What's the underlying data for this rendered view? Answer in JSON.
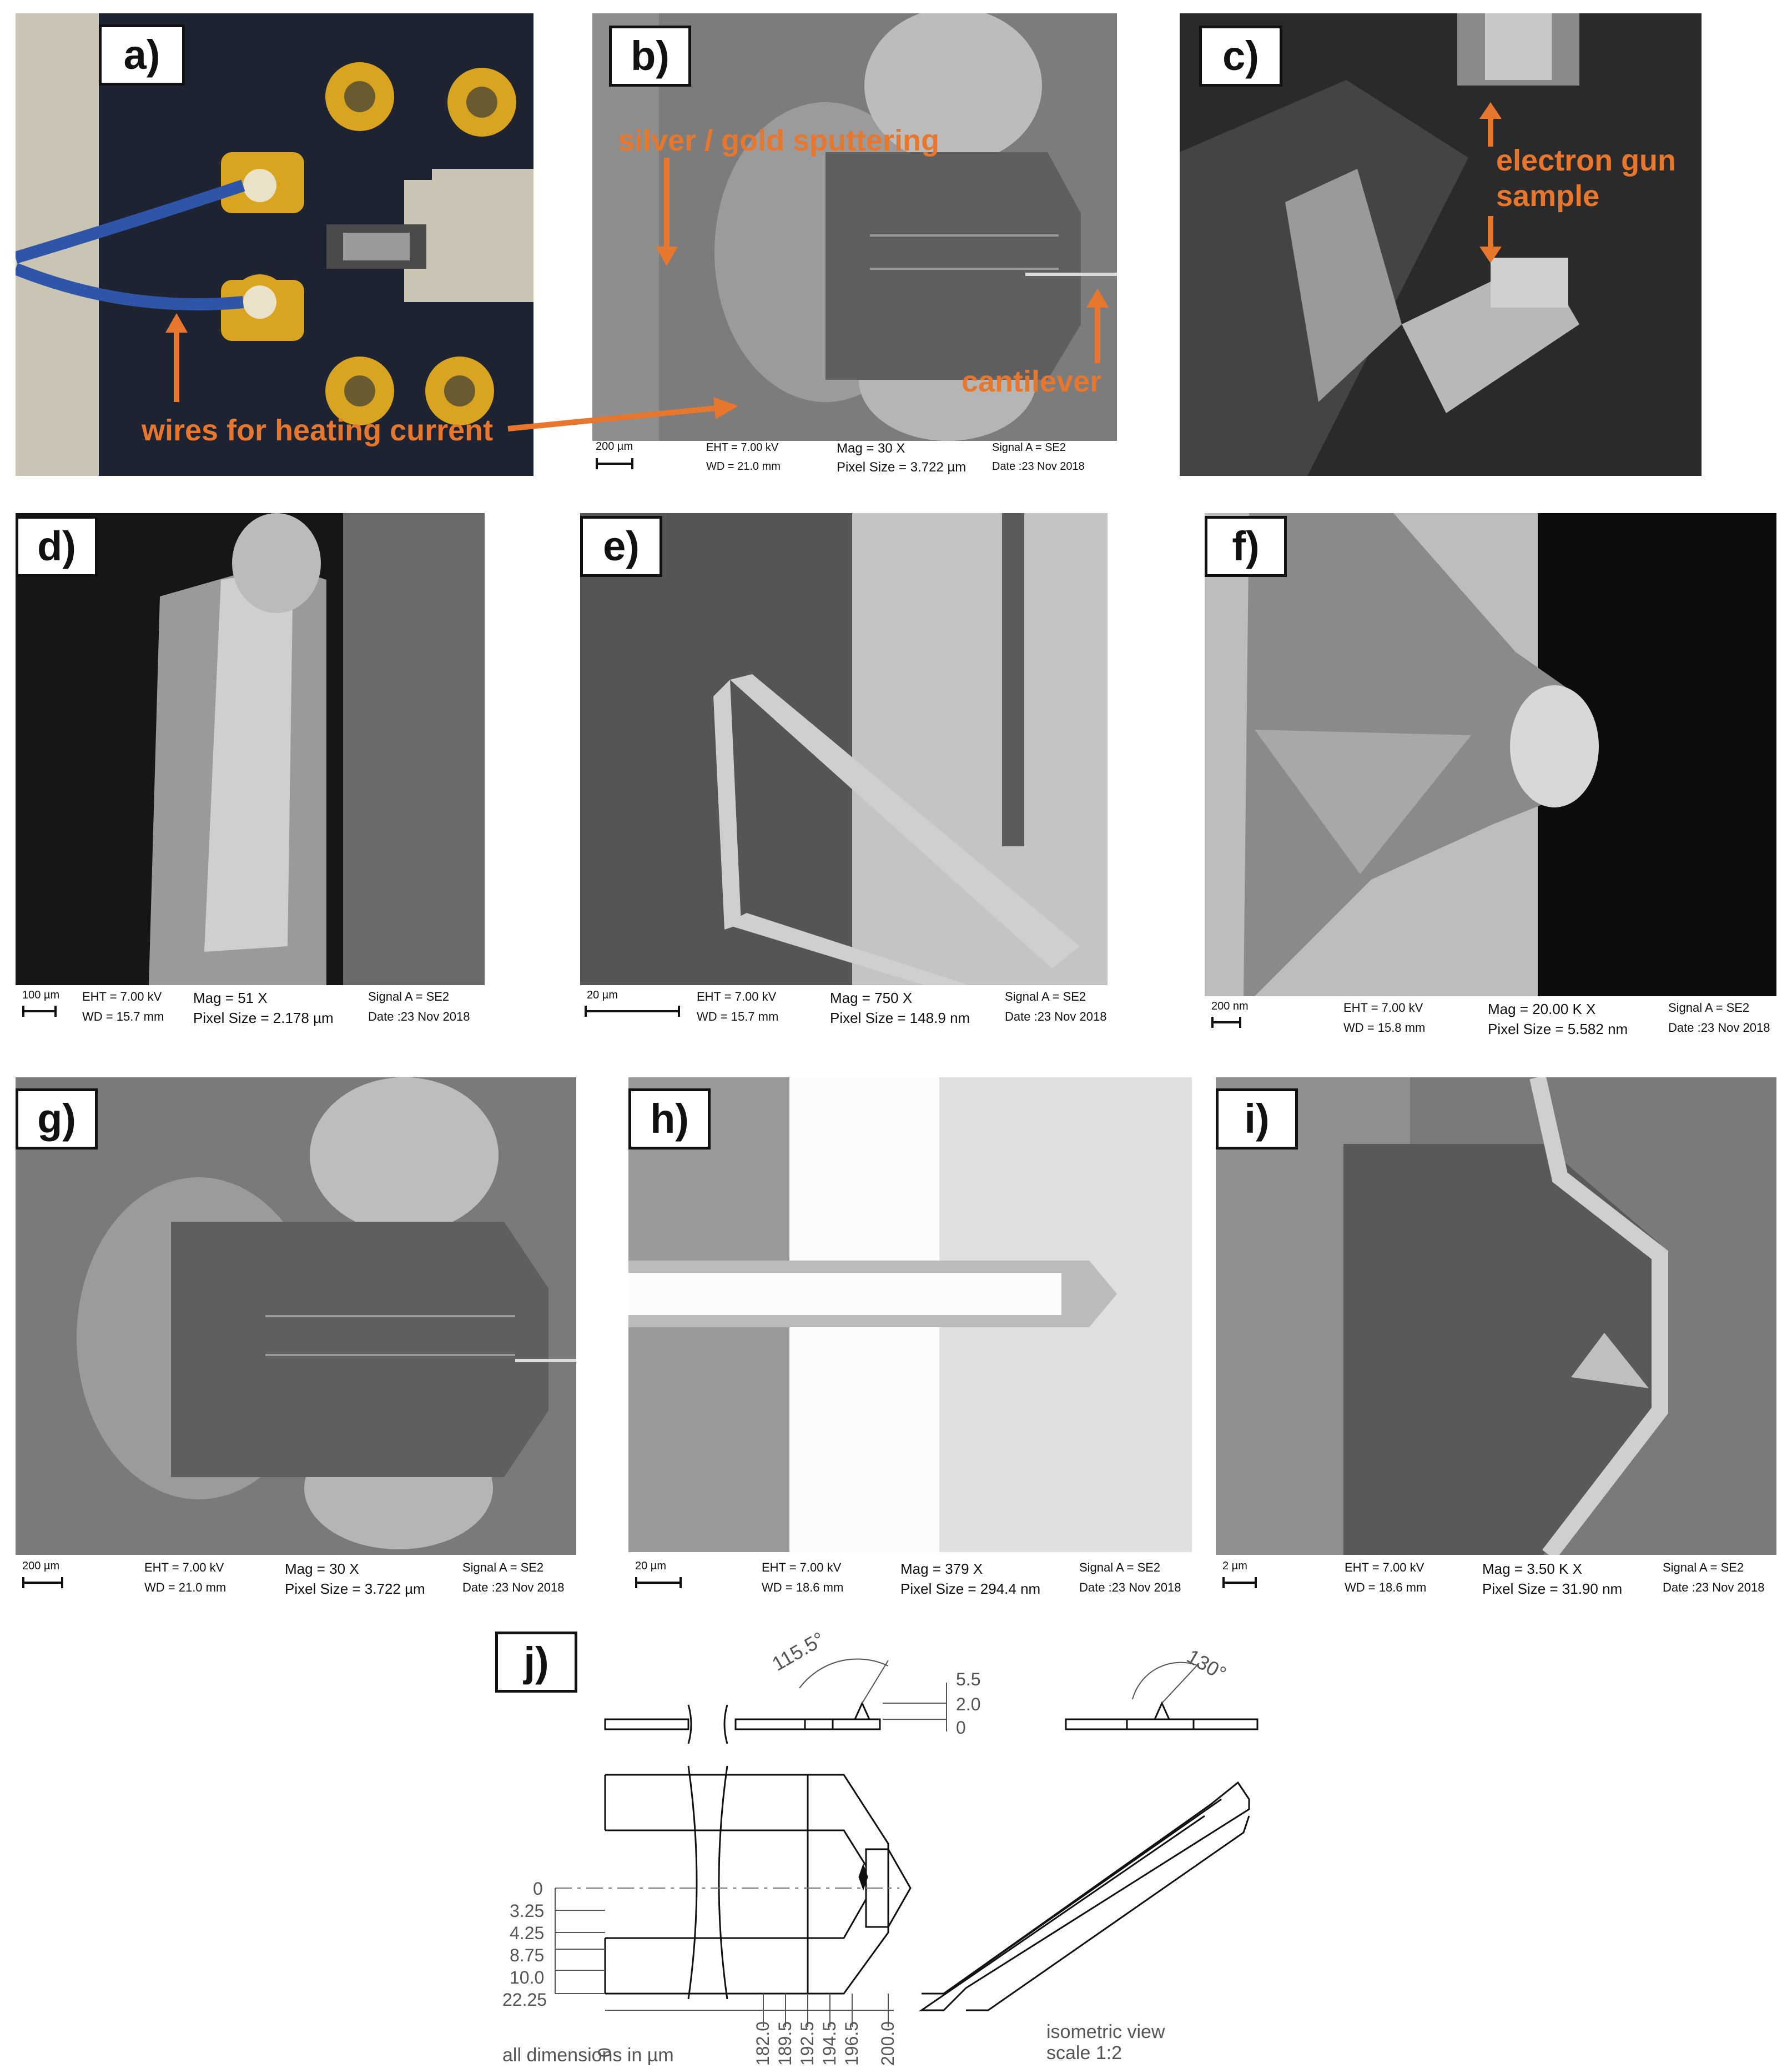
{
  "labels": {
    "a": "a)",
    "b": "b)",
    "c": "c)",
    "d": "d)",
    "e": "e)",
    "f": "f)",
    "g": "g)",
    "h": "h)",
    "i": "i)",
    "j": "j)"
  },
  "annotations": {
    "sputter": "silver / gold sputtering",
    "cantilever": "cantilever",
    "wires": "wires for heating current",
    "electron_gun": "electron gun",
    "sample": "sample"
  },
  "sem": {
    "b": {
      "scale": "200 µm",
      "eht": "EHT = 7.00 kV",
      "wd": "WD = 21.0 mm",
      "mag": "Mag =     30 X",
      "pix": "Pixel Size = 3.722 µm",
      "sig": "Signal A = SE2",
      "date": "Date :23 Nov 2018"
    },
    "d": {
      "scale": "100 µm",
      "eht": "EHT = 7.00 kV",
      "wd": "WD = 15.7 mm",
      "mag": "Mag =     51 X",
      "pix": "Pixel Size = 2.178 µm",
      "sig": "Signal A = SE2",
      "date": "Date :23 Nov 2018"
    },
    "e": {
      "scale": "20 µm",
      "eht": "EHT = 7.00 kV",
      "wd": "WD = 15.7 mm",
      "mag": "Mag =    750 X",
      "pix": "Pixel Size = 148.9 nm",
      "sig": "Signal A = SE2",
      "date": "Date :23 Nov 2018"
    },
    "f": {
      "scale": "200 nm",
      "eht": "EHT = 7.00 kV",
      "wd": "WD = 15.8 mm",
      "mag": "Mag =   20.00 K X",
      "pix": "Pixel Size = 5.582 nm",
      "sig": "Signal A = SE2",
      "date": "Date :23 Nov 2018"
    },
    "g": {
      "scale": "200 µm",
      "eht": "EHT = 7.00 kV",
      "wd": "WD = 21.0 mm",
      "mag": "Mag =     30 X",
      "pix": "Pixel Size = 3.722 µm",
      "sig": "Signal A = SE2",
      "date": "Date :23 Nov 2018"
    },
    "h": {
      "scale": "20 µm",
      "eht": "EHT = 7.00 kV",
      "wd": "WD = 18.6 mm",
      "mag": "Mag =    379 X",
      "pix": "Pixel Size = 294.4 nm",
      "sig": "Signal A = SE2",
      "date": "Date :23 Nov 2018"
    },
    "i": {
      "scale": "2 µm",
      "eht": "EHT = 7.00 kV",
      "wd": "WD = 18.6 mm",
      "mag": "Mag =    3.50 K X",
      "pix": "Pixel Size = 31.90 nm",
      "sig": "Signal A = SE2",
      "date": "Date :23 Nov 2018"
    }
  },
  "drawing": {
    "angle1": "115.5°",
    "angle2": "130°",
    "heights": [
      "5.5",
      "2.0",
      "0"
    ],
    "y_dims": [
      "0",
      "3.25",
      "4.25",
      "8.75",
      "10.0",
      "22.25"
    ],
    "x_dims": [
      "0",
      "182.0",
      "189.5",
      "192.5",
      "194.5",
      "196.5",
      "200.0"
    ],
    "units_note": "all dimensions in µm",
    "iso_note": "isometric view",
    "scale_note": "scale 1:2"
  },
  "colors": {
    "accent": "#e8772e",
    "pcb": "#1d2330",
    "gold": "#d9a520",
    "wire": "#2f55a8"
  }
}
